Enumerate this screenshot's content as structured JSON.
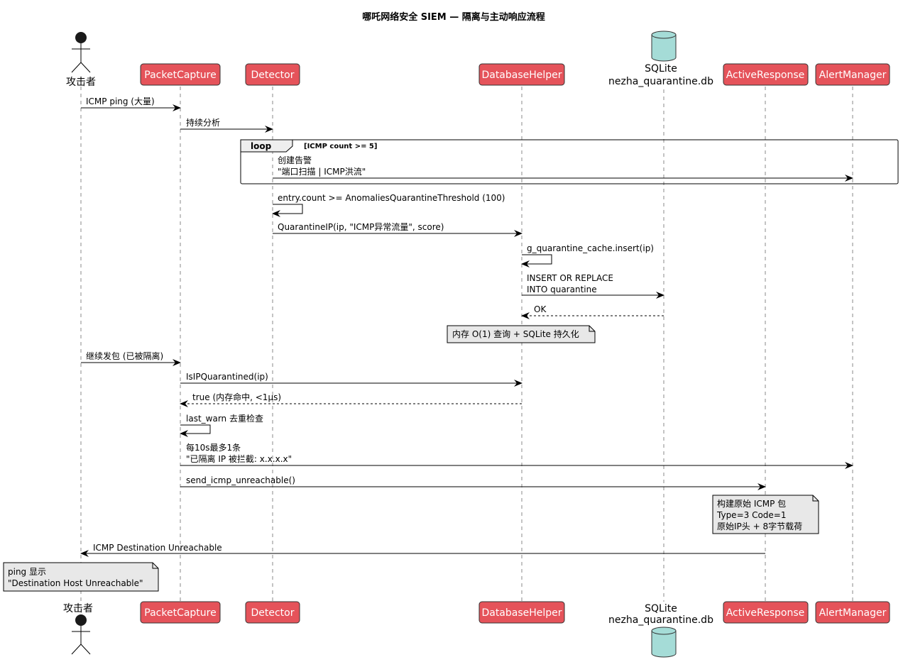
{
  "title": "哪吒网络安全 SIEM — 隔离与主动响应流程",
  "colors": {
    "participant_fill": "#E5535A",
    "participant_text": "#FFFFFF",
    "database_fill": "#A5DCD7",
    "note_fill": "#E8E8E8",
    "line": "#000000",
    "lifeline": "#888888"
  },
  "participants": [
    {
      "id": "attacker",
      "label": "攻击者",
      "kind": "actor"
    },
    {
      "id": "capture",
      "label": "PacketCapture",
      "kind": "participant"
    },
    {
      "id": "detector",
      "label": "Detector",
      "kind": "participant"
    },
    {
      "id": "dbhelper",
      "label": "DatabaseHelper",
      "kind": "participant"
    },
    {
      "id": "sqlite",
      "label": [
        "SQLite",
        "nezha_quarantine.db"
      ],
      "kind": "database"
    },
    {
      "id": "active",
      "label": "ActiveResponse",
      "kind": "participant"
    },
    {
      "id": "alert",
      "label": "AlertManager",
      "kind": "participant"
    }
  ],
  "loop": {
    "keyword": "loop",
    "condition": "[ICMP count >= 5]"
  },
  "messages": [
    {
      "from": "attacker",
      "to": "capture",
      "lines": [
        "ICMP ping (大量)"
      ],
      "style": "solid"
    },
    {
      "from": "capture",
      "to": "detector",
      "lines": [
        "持续分析"
      ],
      "style": "solid"
    },
    {
      "from": "detector",
      "to": "alert",
      "lines": [
        "创建告警",
        "\"端口扫描 | ICMP洪流\""
      ],
      "style": "solid"
    },
    {
      "from": "detector",
      "to": "detector",
      "lines": [
        "entry.count >= AnomaliesQuarantineThreshold (100)"
      ],
      "style": "solid"
    },
    {
      "from": "detector",
      "to": "dbhelper",
      "lines": [
        "QuarantineIP(ip, \"ICMP异常流量\", score)"
      ],
      "style": "solid"
    },
    {
      "from": "dbhelper",
      "to": "dbhelper",
      "lines": [
        "g_quarantine_cache.insert(ip)"
      ],
      "style": "solid"
    },
    {
      "from": "dbhelper",
      "to": "sqlite",
      "lines": [
        "INSERT OR REPLACE",
        "INTO quarantine"
      ],
      "style": "solid"
    },
    {
      "from": "sqlite",
      "to": "dbhelper",
      "lines": [
        "OK"
      ],
      "style": "dashed"
    },
    {
      "from": "attacker",
      "to": "capture",
      "lines": [
        "继续发包 (已被隔离)"
      ],
      "style": "solid"
    },
    {
      "from": "capture",
      "to": "dbhelper",
      "lines": [
        "IsIPQuarantined(ip)"
      ],
      "style": "solid"
    },
    {
      "from": "dbhelper",
      "to": "capture",
      "lines": [
        "true (内存命中, <1μs)"
      ],
      "style": "dashed"
    },
    {
      "from": "capture",
      "to": "capture",
      "lines": [
        "last_warn 去重检查"
      ],
      "style": "solid"
    },
    {
      "from": "capture",
      "to": "alert",
      "lines": [
        "每10s最多1条",
        "\"已隔离 IP 被拦截: x.x.x.x\""
      ],
      "style": "solid"
    },
    {
      "from": "capture",
      "to": "active",
      "lines": [
        "send_icmp_unreachable()"
      ],
      "style": "solid"
    },
    {
      "from": "active",
      "to": "attacker",
      "lines": [
        "ICMP Destination Unreachable"
      ],
      "style": "solid"
    }
  ],
  "notes": [
    {
      "lines": [
        "内存 O(1) 查询 + SQLite 持久化"
      ]
    },
    {
      "lines": [
        "构建原始 ICMP 包",
        "Type=3 Code=1",
        "原始IP头 + 8字节载荷"
      ]
    },
    {
      "lines": [
        "ping 显示",
        "\"Destination Host Unreachable\""
      ]
    }
  ]
}
